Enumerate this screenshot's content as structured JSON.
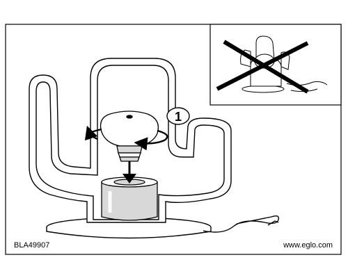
{
  "document_code": "BLA49907",
  "website": "www.eglo.com",
  "step_number": "1",
  "icons": {
    "forbidden": "cross-out-icon",
    "rotate": "rotate-arrow-icon",
    "insert": "down-arrow-icon"
  },
  "colors": {
    "line": "#000000",
    "shade": "#d8d8d8",
    "background": "#ffffff"
  }
}
